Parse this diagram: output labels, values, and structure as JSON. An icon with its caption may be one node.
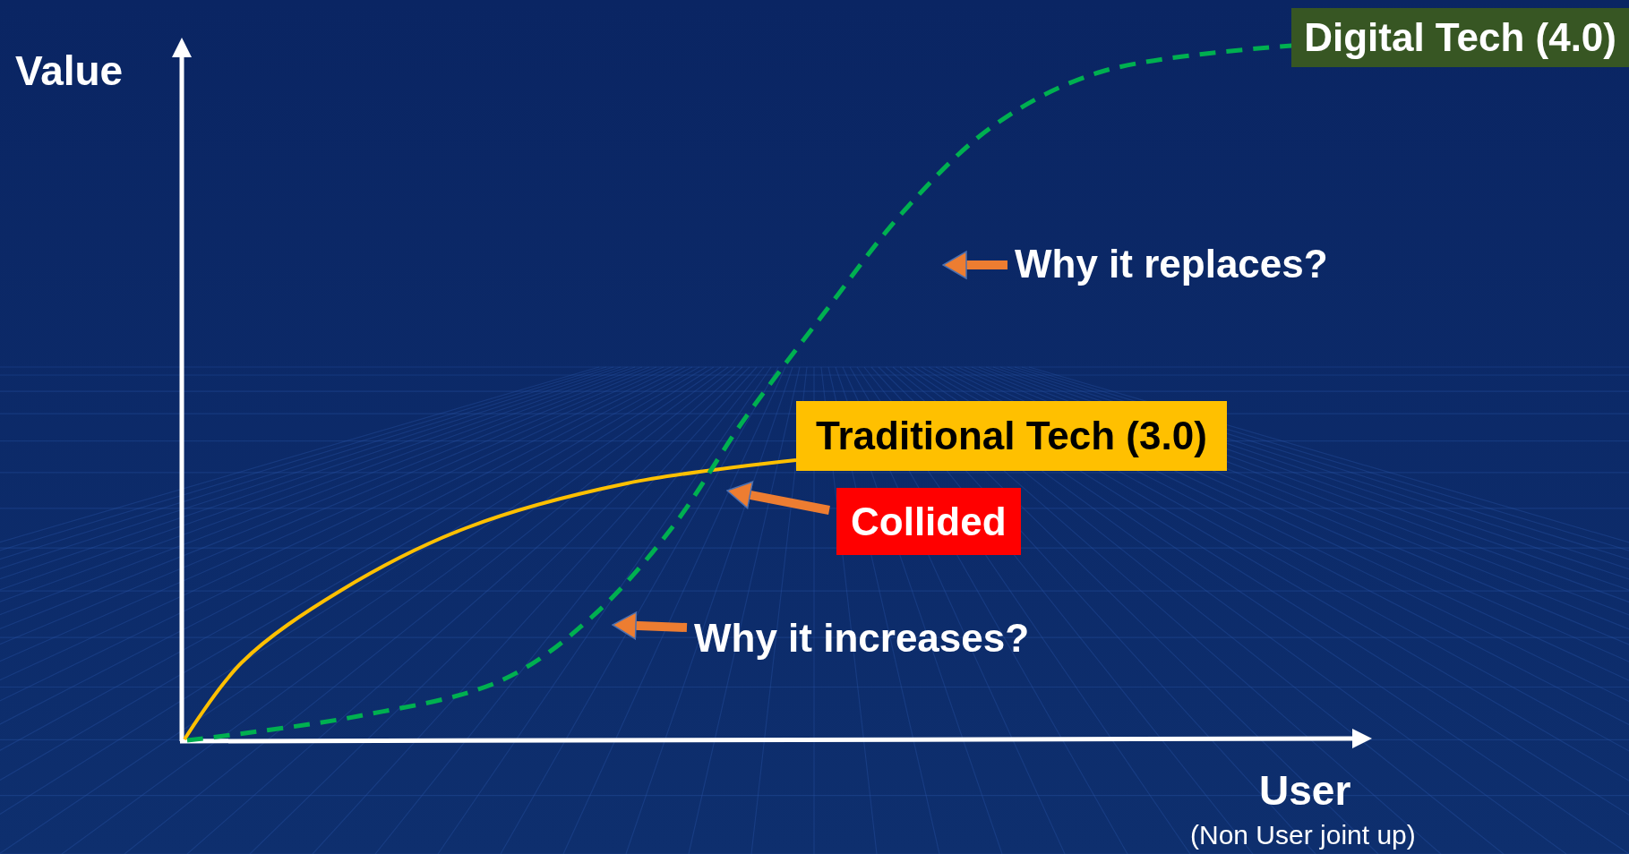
{
  "diagram": {
    "nodes": [
      {
        "text": [
          "Digital Tech (4.0)"
        ]
      },
      {
        "text": [
          "Why it replaces?"
        ]
      },
      {
        "text": [
          "Traditional Tech (3.0)"
        ]
      },
      {
        "text": [
          "Collided"
        ]
      },
      {
        "text": [
          "Why it increases?"
        ]
      }
    ],
    "edges": [
      {
        "from": null,
        "to": 2,
        "arrow": "none",
        "color": "#ffc000"
      },
      {
        "from": null,
        "to": 0,
        "arrow": "none",
        "style": "dashed",
        "color": "#00b050"
      },
      {
        "from": 1,
        "to": null,
        "arrow": "to"
      },
      {
        "from": 3,
        "to": null,
        "arrow": "to"
      },
      {
        "from": 4,
        "to": null,
        "arrow": "to"
      }
    ],
    "labels": [
      "Value",
      "User",
      "(Non User joint up)"
    ]
  }
}
